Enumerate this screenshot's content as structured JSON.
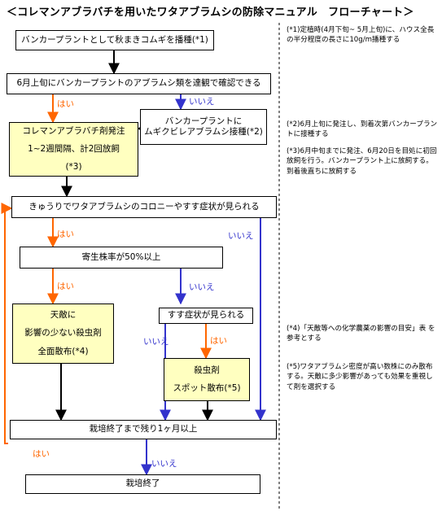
{
  "title": "＜コレマンアブラバチを用いたワタアブラムシの防除マニュアル　フローチャート＞",
  "boxes": {
    "b1": "バンカープラントとして秋まきコムギを播種(*1)",
    "b2": "6月上旬にバンカープラントのアブラムシ類を達観で確認できる",
    "b3a": "コレマンアブラバチ剤発注",
    "b3b": "1~2週間隔、計2回放飼",
    "b3c": "(*3)",
    "b4a": "バンカープラントに",
    "b4b": "ムギクビレアブラムシ接種(*2)",
    "b5": "きゅうりでワタアブラムシのコロニーやすす症状が見られる",
    "b6": "寄生株率が50%以上",
    "b7a": "天敵に",
    "b7b": "影響の少ない殺虫剤",
    "b7c": "全面散布(*4)",
    "b8": "すす症状が見られる",
    "b9a": "殺虫剤",
    "b9b": "スポット散布(*5)",
    "b10": "栽培終了まで残り1ヶ月以上",
    "b11": "栽培終了"
  },
  "labels": {
    "yes": "はい",
    "no": "いいえ"
  },
  "notes": {
    "n1": "(*1)定植時(4月下旬~ 5月上旬)に、ハウス全長の半分程度の長さに10g/m播種する",
    "n2": "(*2)6月上旬に発注し、到着次第バンカープラントに接種する",
    "n3": "(*3)6月中旬までに発注、6月20日を目処に初回放飼を行う。バンカープラント上に放飼する。到着後直ちに放飼する",
    "n4": "(*4)「天敵等への化学農薬の影響の目安」表 を参考とする",
    "n5": "(*5)ワタアブラムシ密度が高い数株にのみ散布する。天敵に多少影響があっても効果を重視して剤を選択する"
  },
  "colors": {
    "yes": "#ff6600",
    "no": "#3333cc",
    "highlight": "#ffffc0",
    "arrow": "#000000"
  }
}
